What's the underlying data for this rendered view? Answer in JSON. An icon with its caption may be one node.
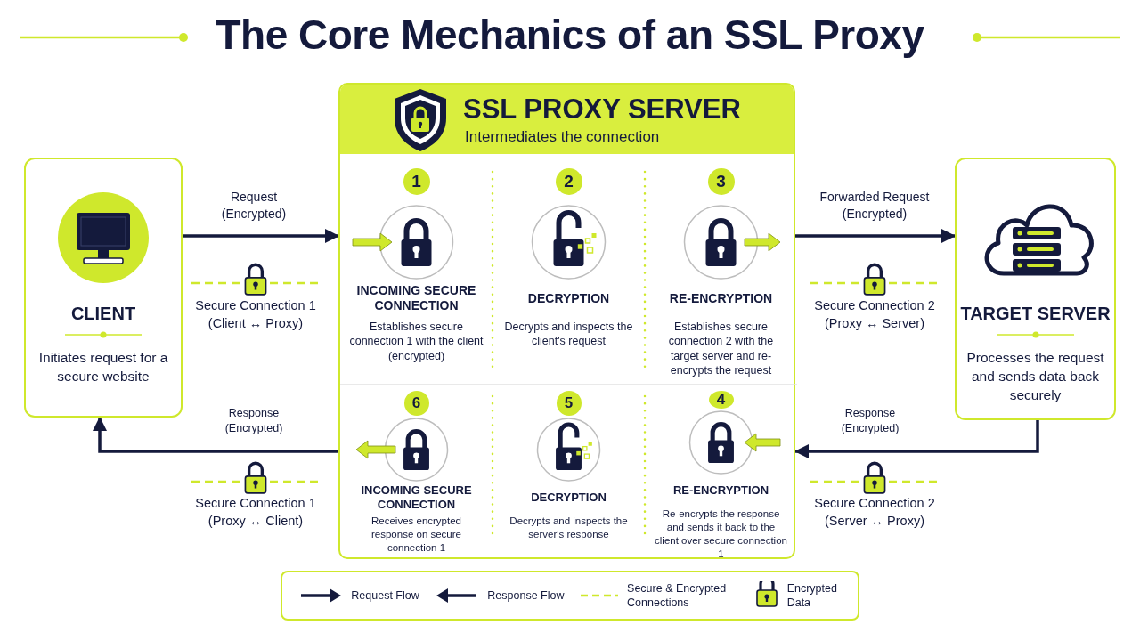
{
  "diagram": {
    "title": "The Core Mechanics of an SSL Proxy",
    "nodes": [
      {
        "text": [
          "CLIENT",
          "Initiates request for a secure website"
        ]
      },
      {
        "text": [
          "SSL PROXY SERVER",
          "Intermediates the connection"
        ]
      },
      {
        "text": [
          "1",
          "INCOMING SECURE CONNECTION",
          "Establishes secure connection 1 with the client (encrypted)"
        ],
        "in": 1
      },
      {
        "text": [
          "2",
          "DECRYPTION",
          "Decrypts and inspects the client's request"
        ],
        "in": 1
      },
      {
        "text": [
          "3",
          "RE-ENCRYPTION",
          "Establishes secure connection 2 with the target server and re-encrypts the request"
        ],
        "in": 1
      },
      {
        "text": [
          "6",
          "INCOMING SECURE CONNECTION",
          "Receives encrypted response on secure connection 1"
        ],
        "in": 1
      },
      {
        "text": [
          "5",
          "DECRYPTION",
          "Decrypts and inspects the server's response"
        ],
        "in": 1
      },
      {
        "text": [
          "4",
          "RE-ENCRYPTION",
          "Re-encrypts the response and sends it back to the client over secure connection 1"
        ],
        "in": 1
      },
      {
        "text": [
          "TARGET SERVER",
          "Processes the request and sends data back securely"
        ]
      }
    ],
    "edges": [
      {
        "from": 0,
        "to": 1,
        "arrow": "to",
        "label": "Request (Encrypted)"
      },
      {
        "from": 1,
        "to": 8,
        "arrow": "to",
        "label": "Forwarded Request (Encrypted)"
      },
      {
        "from": 8,
        "to": 1,
        "arrow": "to",
        "label": "Response (Encrypted)"
      },
      {
        "from": 1,
        "to": 0,
        "arrow": "to",
        "label": "Response (Encrypted)"
      }
    ],
    "labels": [
      "Secure Connection 1 (Client ↔ Proxy)",
      "Secure Connection 2 (Proxy ↔ Server)",
      "Secure Connection 1 (Proxy ↔ Client)",
      "Secure Connection 2 (Server ↔ Proxy)"
    ],
    "legend": [
      {
        "text": "Request Flow"
      },
      {
        "text": "Response Flow"
      },
      {
        "text": "Secure & Encrypted Connections"
      },
      {
        "text": "Encrypted Data"
      }
    ]
  }
}
